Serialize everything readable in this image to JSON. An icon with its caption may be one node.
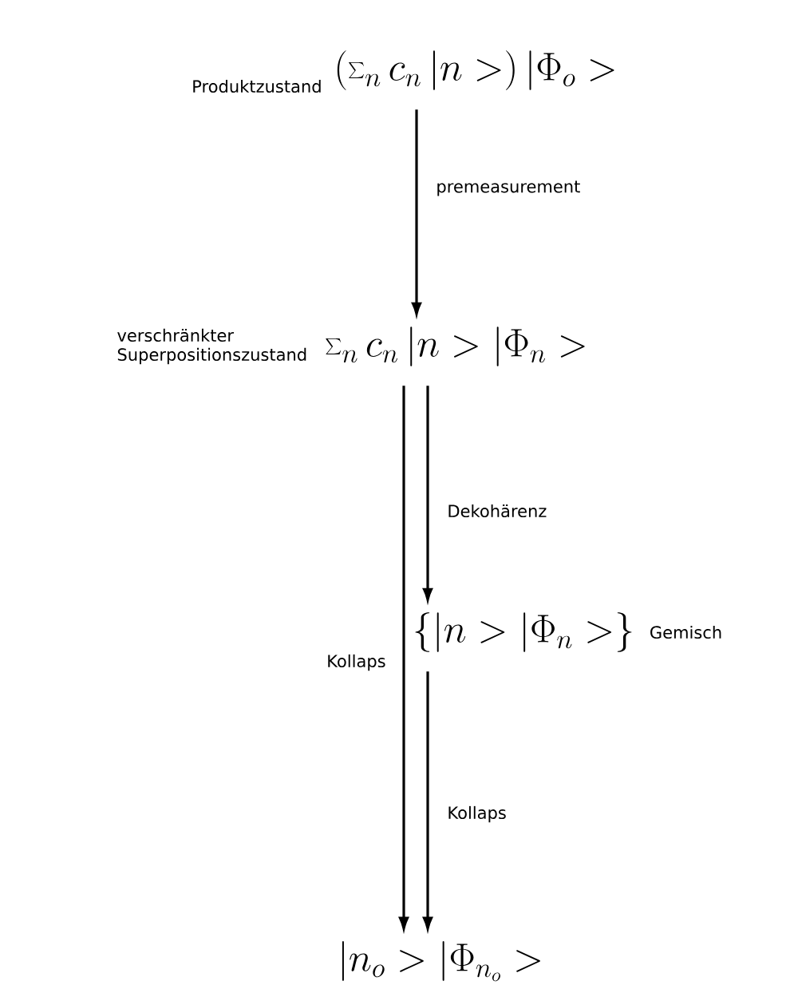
{
  "diagram": {
    "nodes": [
      {
        "text": [
          "\\left(\\sum_n c_n\\,|n>\\right)|\\Phi_o>"
        ],
        "beside": [
          "Produktzustand"
        ]
      },
      {
        "text": [
          "\\sum_n c_n\\,|n>|\\Phi_n>"
        ],
        "beside": [
          "verschränkter Superpositionszustand"
        ]
      },
      {
        "text": [
          "\\{|n>|\\Phi_n>\\}"
        ],
        "beside": [
          "Gemisch"
        ]
      },
      {
        "text": [
          "|n_o>|\\Phi_{n_o}>"
        ]
      }
    ],
    "edges": [
      {
        "from": 0,
        "to": 1,
        "arrow": "to",
        "label": "premeasurement"
      },
      {
        "from": 1,
        "to": 3,
        "arrow": "to",
        "label": "Kollaps"
      },
      {
        "from": 1,
        "to": 2,
        "arrow": "to",
        "label": "Dekohärenz"
      },
      {
        "from": 2,
        "to": 3,
        "arrow": "to",
        "label": "Kollaps"
      }
    ]
  }
}
